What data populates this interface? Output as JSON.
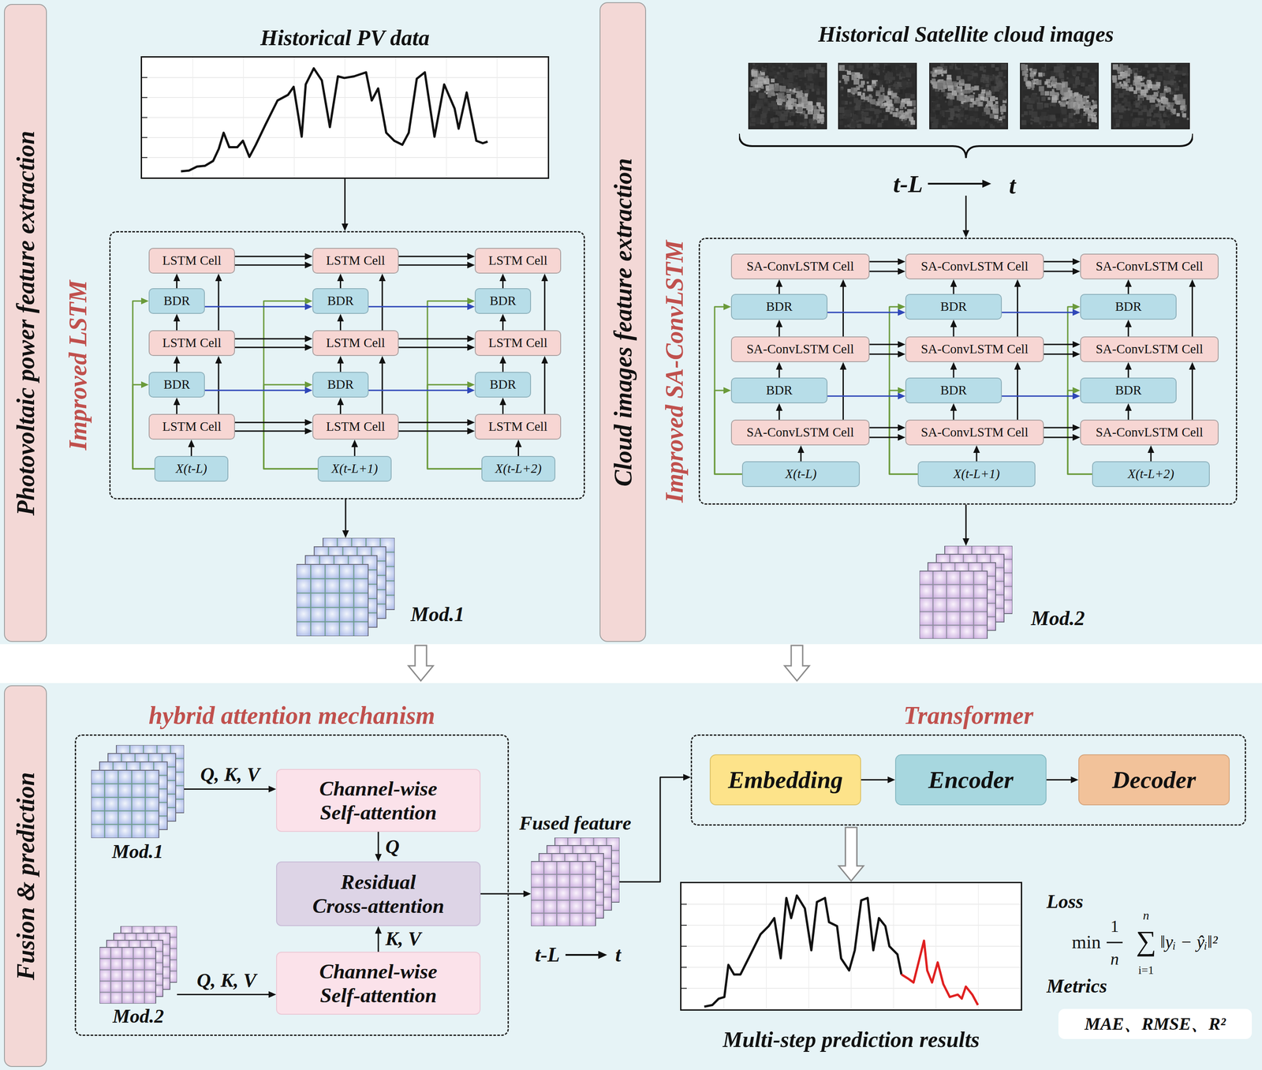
{
  "diagram": {
    "nodes": [
      {
        "text": [
          "Photovoltaic power feature extraction"
        ]
      },
      {
        "text": [
          "Historical PV data"
        ]
      },
      {
        "text": [
          "Improved LSTM"
        ]
      },
      {
        "text": [
          "LSTM Cell"
        ],
        "in": 2
      },
      {
        "text": [
          "LSTM Cell"
        ],
        "in": 2
      },
      {
        "text": [
          "LSTM Cell"
        ],
        "in": 2
      },
      {
        "text": [
          "BDR"
        ],
        "in": 2
      },
      {
        "text": [
          "BDR"
        ],
        "in": 2
      },
      {
        "text": [
          "BDR"
        ],
        "in": 2
      },
      {
        "text": [
          "LSTM Cell"
        ],
        "in": 2
      },
      {
        "text": [
          "LSTM Cell"
        ],
        "in": 2
      },
      {
        "text": [
          "LSTM Cell"
        ],
        "in": 2
      },
      {
        "text": [
          "BDR"
        ],
        "in": 2
      },
      {
        "text": [
          "BDR"
        ],
        "in": 2
      },
      {
        "text": [
          "BDR"
        ],
        "in": 2
      },
      {
        "text": [
          "LSTM Cell"
        ],
        "in": 2
      },
      {
        "text": [
          "LSTM Cell"
        ],
        "in": 2
      },
      {
        "text": [
          "LSTM Cell"
        ],
        "in": 2
      },
      {
        "text": [
          "X(t-L)"
        ],
        "in": 2
      },
      {
        "text": [
          "X(t-L+1)"
        ],
        "in": 2
      },
      {
        "text": [
          "X(t-L+2)"
        ],
        "in": 2
      },
      {
        "text": [
          "Mod.1"
        ]
      },
      {
        "text": [
          "Cloud images feature extraction"
        ]
      },
      {
        "text": [
          "Historical Satellite cloud images"
        ]
      },
      {
        "text": [
          "Improved SA-ConvLSTM"
        ]
      },
      {
        "text": [
          "SA-ConvLSTM Cell"
        ],
        "in": 24
      },
      {
        "text": [
          "SA-ConvLSTM Cell"
        ],
        "in": 24
      },
      {
        "text": [
          "SA-ConvLSTM Cell"
        ],
        "in": 24
      },
      {
        "text": [
          "BDR"
        ],
        "in": 24
      },
      {
        "text": [
          "BDR"
        ],
        "in": 24
      },
      {
        "text": [
          "BDR"
        ],
        "in": 24
      },
      {
        "text": [
          "SA-ConvLSTM Cell"
        ],
        "in": 24
      },
      {
        "text": [
          "SA-ConvLSTM Cell"
        ],
        "in": 24
      },
      {
        "text": [
          "SA-ConvLSTM Cell"
        ],
        "in": 24
      },
      {
        "text": [
          "BDR"
        ],
        "in": 24
      },
      {
        "text": [
          "BDR"
        ],
        "in": 24
      },
      {
        "text": [
          "BDR"
        ],
        "in": 24
      },
      {
        "text": [
          "SA-ConvLSTM Cell"
        ],
        "in": 24
      },
      {
        "text": [
          "SA-ConvLSTM Cell"
        ],
        "in": 24
      },
      {
        "text": [
          "SA-ConvLSTM Cell"
        ],
        "in": 24
      },
      {
        "text": [
          "X(t-L)"
        ],
        "in": 24
      },
      {
        "text": [
          "X(t-L+1)"
        ],
        "in": 24
      },
      {
        "text": [
          "X(t-L+2)"
        ],
        "in": 24
      },
      {
        "text": [
          "Mod.2"
        ]
      },
      {
        "text": [
          "Fusion & prediction"
        ]
      },
      {
        "text": [
          "hybrid attention mechanism"
        ]
      },
      {
        "text": [
          "Mod.1"
        ],
        "in": 45
      },
      {
        "text": [
          "Channel-wise Self-attention"
        ],
        "in": 45
      },
      {
        "text": [
          "Residual Cross-attention"
        ],
        "in": 45
      },
      {
        "text": [
          "Mod.2"
        ],
        "in": 45
      },
      {
        "text": [
          "Channel-wise Self-attention"
        ],
        "in": 45
      },
      {
        "text": [
          "Fused feature"
        ]
      },
      {
        "text": [
          "Transformer"
        ]
      },
      {
        "text": [
          "Embedding"
        ],
        "in": 52
      },
      {
        "text": [
          "Encoder"
        ],
        "in": 52
      },
      {
        "text": [
          "Decoder"
        ],
        "in": 52
      },
      {
        "text": [
          "Multi-step prediction results"
        ]
      },
      {
        "text": [
          "MAE、RMSE、R²"
        ]
      }
    ],
    "edges": [
      {
        "from": 18,
        "to": 15,
        "arrow": "to"
      },
      {
        "from": 15,
        "to": 12,
        "arrow": "to"
      },
      {
        "from": 12,
        "to": 9,
        "arrow": "to"
      },
      {
        "from": 15,
        "to": 9,
        "arrow": "to"
      },
      {
        "from": 9,
        "to": 6,
        "arrow": "to"
      },
      {
        "from": 6,
        "to": 3,
        "arrow": "to"
      },
      {
        "from": 9,
        "to": 3,
        "arrow": "to"
      },
      {
        "from": 18,
        "to": 12,
        "arrow": "to"
      },
      {
        "from": 18,
        "to": 6,
        "arrow": "to"
      },
      {
        "from": 19,
        "to": 16,
        "arrow": "to"
      },
      {
        "from": 16,
        "to": 13,
        "arrow": "to"
      },
      {
        "from": 13,
        "to": 10,
        "arrow": "to"
      },
      {
        "from": 16,
        "to": 10,
        "arrow": "to"
      },
      {
        "from": 10,
        "to": 7,
        "arrow": "to"
      },
      {
        "from": 7,
        "to": 4,
        "arrow": "to"
      },
      {
        "from": 10,
        "to": 4,
        "arrow": "to"
      },
      {
        "from": 19,
        "to": 13,
        "arrow": "to"
      },
      {
        "from": 19,
        "to": 7,
        "arrow": "to"
      },
      {
        "from": 20,
        "to": 17,
        "arrow": "to"
      },
      {
        "from": 17,
        "to": 14,
        "arrow": "to"
      },
      {
        "from": 14,
        "to": 11,
        "arrow": "to"
      },
      {
        "from": 17,
        "to": 11,
        "arrow": "to"
      },
      {
        "from": 11,
        "to": 8,
        "arrow": "to"
      },
      {
        "from": 8,
        "to": 5,
        "arrow": "to"
      },
      {
        "from": 11,
        "to": 5,
        "arrow": "to"
      },
      {
        "from": 20,
        "to": 14,
        "arrow": "to"
      },
      {
        "from": 20,
        "to": 8,
        "arrow": "to"
      },
      {
        "from": 3,
        "to": 4,
        "arrow": "to"
      },
      {
        "from": 3,
        "to": 4,
        "arrow": "to"
      },
      {
        "from": 9,
        "to": 10,
        "arrow": "to"
      },
      {
        "from": 9,
        "to": 10,
        "arrow": "to"
      },
      {
        "from": 15,
        "to": 16,
        "arrow": "to"
      },
      {
        "from": 15,
        "to": 16,
        "arrow": "to"
      },
      {
        "from": 6,
        "to": 7,
        "arrow": "to"
      },
      {
        "from": 12,
        "to": 13,
        "arrow": "to"
      },
      {
        "from": 4,
        "to": 5,
        "arrow": "to"
      },
      {
        "from": 4,
        "to": 5,
        "arrow": "to"
      },
      {
        "from": 10,
        "to": 11,
        "arrow": "to"
      },
      {
        "from": 10,
        "to": 11,
        "arrow": "to"
      },
      {
        "from": 16,
        "to": 17,
        "arrow": "to"
      },
      {
        "from": 16,
        "to": 17,
        "arrow": "to"
      },
      {
        "from": 7,
        "to": 8,
        "arrow": "to"
      },
      {
        "from": 13,
        "to": 14,
        "arrow": "to"
      },
      {
        "from": 40,
        "to": 37,
        "arrow": "to"
      },
      {
        "from": 37,
        "to": 34,
        "arrow": "to"
      },
      {
        "from": 34,
        "to": 31,
        "arrow": "to"
      },
      {
        "from": 37,
        "to": 31,
        "arrow": "to"
      },
      {
        "from": 31,
        "to": 28,
        "arrow": "to"
      },
      {
        "from": 28,
        "to": 25,
        "arrow": "to"
      },
      {
        "from": 31,
        "to": 25,
        "arrow": "to"
      },
      {
        "from": 40,
        "to": 34,
        "arrow": "to"
      },
      {
        "from": 40,
        "to": 28,
        "arrow": "to"
      },
      {
        "from": 41,
        "to": 38,
        "arrow": "to"
      },
      {
        "from": 38,
        "to": 35,
        "arrow": "to"
      },
      {
        "from": 35,
        "to": 32,
        "arrow": "to"
      },
      {
        "from": 38,
        "to": 32,
        "arrow": "to"
      },
      {
        "from": 32,
        "to": 29,
        "arrow": "to"
      },
      {
        "from": 29,
        "to": 26,
        "arrow": "to"
      },
      {
        "from": 32,
        "to": 26,
        "arrow": "to"
      },
      {
        "from": 41,
        "to": 35,
        "arrow": "to"
      },
      {
        "from": 41,
        "to": 29,
        "arrow": "to"
      },
      {
        "from": 42,
        "to": 39,
        "arrow": "to"
      },
      {
        "from": 39,
        "to": 36,
        "arrow": "to"
      },
      {
        "from": 36,
        "to": 33,
        "arrow": "to"
      },
      {
        "from": 39,
        "to": 33,
        "arrow": "to"
      },
      {
        "from": 33,
        "to": 30,
        "arrow": "to"
      },
      {
        "from": 30,
        "to": 27,
        "arrow": "to"
      },
      {
        "from": 33,
        "to": 27,
        "arrow": "to"
      },
      {
        "from": 42,
        "to": 36,
        "arrow": "to"
      },
      {
        "from": 42,
        "to": 30,
        "arrow": "to"
      },
      {
        "from": 25,
        "to": 26,
        "arrow": "to"
      },
      {
        "from": 25,
        "to": 26,
        "arrow": "to"
      },
      {
        "from": 31,
        "to": 32,
        "arrow": "to"
      },
      {
        "from": 31,
        "to": 32,
        "arrow": "to"
      },
      {
        "from": 37,
        "to": 38,
        "arrow": "to"
      },
      {
        "from": 37,
        "to": 38,
        "arrow": "to"
      },
      {
        "from": 28,
        "to": 29,
        "arrow": "to"
      },
      {
        "from": 34,
        "to": 35,
        "arrow": "to"
      },
      {
        "from": 26,
        "to": 27,
        "arrow": "to"
      },
      {
        "from": 26,
        "to": 27,
        "arrow": "to"
      },
      {
        "from": 32,
        "to": 33,
        "arrow": "to"
      },
      {
        "from": 32,
        "to": 33,
        "arrow": "to"
      },
      {
        "from": 38,
        "to": 39,
        "arrow": "to"
      },
      {
        "from": 38,
        "to": 39,
        "arrow": "to"
      },
      {
        "from": 29,
        "to": 30,
        "arrow": "to"
      },
      {
        "from": 35,
        "to": 36,
        "arrow": "to"
      },
      {
        "from": 1,
        "to": 2,
        "arrow": "to"
      },
      {
        "from": 2,
        "to": 21,
        "arrow": "to"
      },
      {
        "from": 23,
        "to": 24,
        "arrow": "to"
      },
      {
        "from": 24,
        "to": 43,
        "arrow": "to"
      },
      {
        "from": 46,
        "to": 47,
        "label": "Q, K, V",
        "arrow": "to"
      },
      {
        "from": 47,
        "to": 48,
        "label": "Q",
        "arrow": "to"
      },
      {
        "from": 50,
        "to": 48,
        "label": "K, V",
        "arrow": "to"
      },
      {
        "from": 49,
        "to": 50,
        "label": "Q, K, V",
        "arrow": "to"
      },
      {
        "from": 48,
        "to": 51,
        "arrow": "to"
      },
      {
        "from": 51,
        "to": 52,
        "arrow": "to"
      },
      {
        "from": 53,
        "to": 54,
        "arrow": "to"
      },
      {
        "from": 54,
        "to": 55,
        "arrow": "to"
      },
      {
        "from": 52,
        "to": 56,
        "arrow": "to"
      }
    ],
    "labels": [
      "t-L",
      "t",
      "t-L",
      "t",
      "Loss",
      "min",
      "1",
      "n",
      "∑",
      "n",
      "i=1",
      "‖yᵢ − ŷᵢ‖²",
      "Metrics"
    ]
  }
}
